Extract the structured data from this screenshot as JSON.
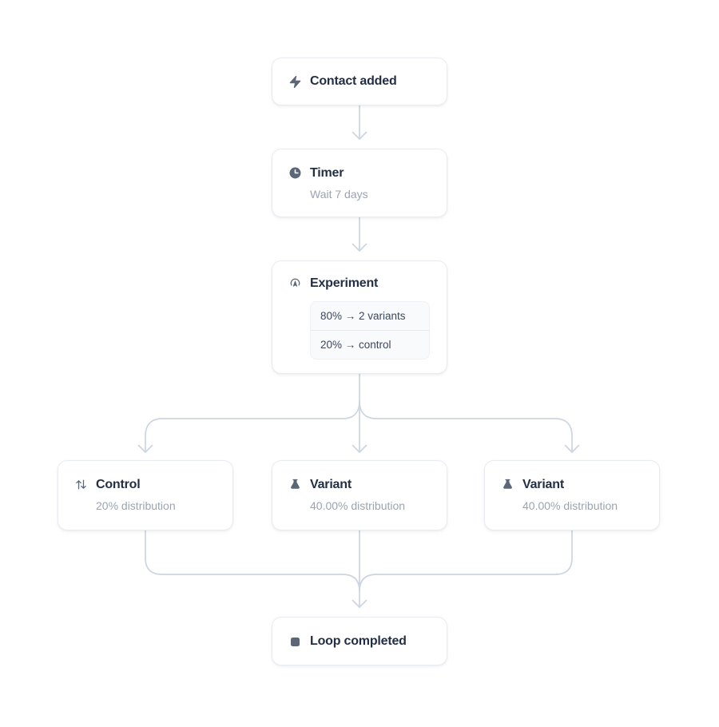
{
  "colors": {
    "background": "#ffffff",
    "node_bg": "#ffffff",
    "node_border": "#e8ecf1",
    "title_text": "#222f44",
    "subtitle_text": "#9aa4b2",
    "icon": "#5b6678",
    "connector": "#ccd5e1",
    "chip_bg": "#f8fafc",
    "chip_border": "#eef1f5",
    "chip_text": "#3c485c",
    "chip_divider": "#e5e9ef"
  },
  "flow": {
    "trigger": {
      "title": "Contact added",
      "icon": "bolt-icon"
    },
    "timer": {
      "title": "Timer",
      "subtitle": "Wait 7 days",
      "icon": "clock-icon"
    },
    "experiment": {
      "title": "Experiment",
      "icon": "cursor-click-icon",
      "split_rows": [
        {
          "label": "80% → 2 variants"
        },
        {
          "label": "20% → control"
        }
      ]
    },
    "branches": {
      "control": {
        "title": "Control",
        "subtitle": "20% distribution",
        "icon": "arrows-up-down-icon"
      },
      "variant_a": {
        "title": "Variant",
        "subtitle": "40.00% distribution",
        "icon": "flask-icon"
      },
      "variant_b": {
        "title": "Variant",
        "subtitle": "40.00% distribution",
        "icon": "flask-icon"
      }
    },
    "end": {
      "title": "Loop completed",
      "icon": "stop-icon"
    }
  }
}
